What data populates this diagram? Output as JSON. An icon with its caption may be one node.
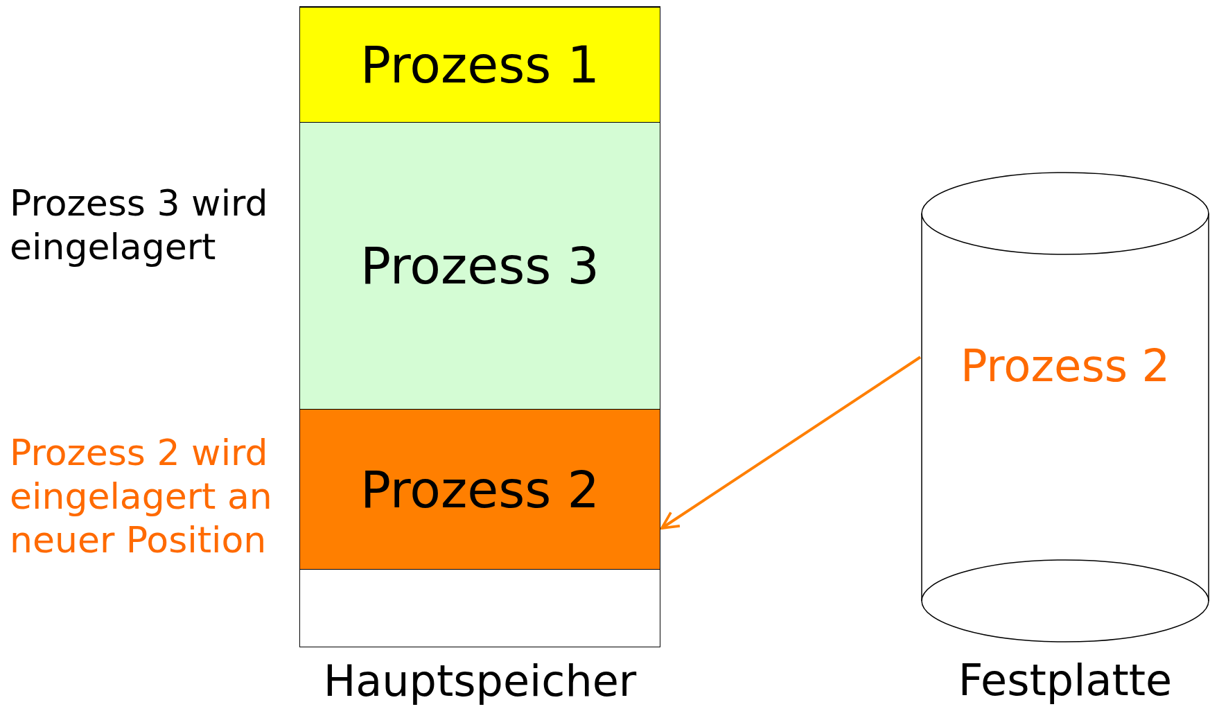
{
  "diagram": {
    "nodes": [
      {
        "text": [
          "Hauptspeicher"
        ]
      },
      {
        "text": [
          "Prozess 1"
        ],
        "in": 0
      },
      {
        "text": [
          "Prozess 3"
        ],
        "in": 0
      },
      {
        "text": [
          "Prozess 2"
        ],
        "in": 0
      },
      {
        "text": [],
        "shape": "box",
        "in": 0
      },
      {
        "text": [
          "Prozess 2",
          "Festplatte"
        ]
      }
    ],
    "edges": [
      {
        "from": 5,
        "to": 3,
        "arrow": "to",
        "color": "#ff7f00"
      }
    ],
    "labels": [
      "Prozess 3 wird eingelagert",
      "Prozess 2 wird eingelagert an neuer Position"
    ]
  }
}
